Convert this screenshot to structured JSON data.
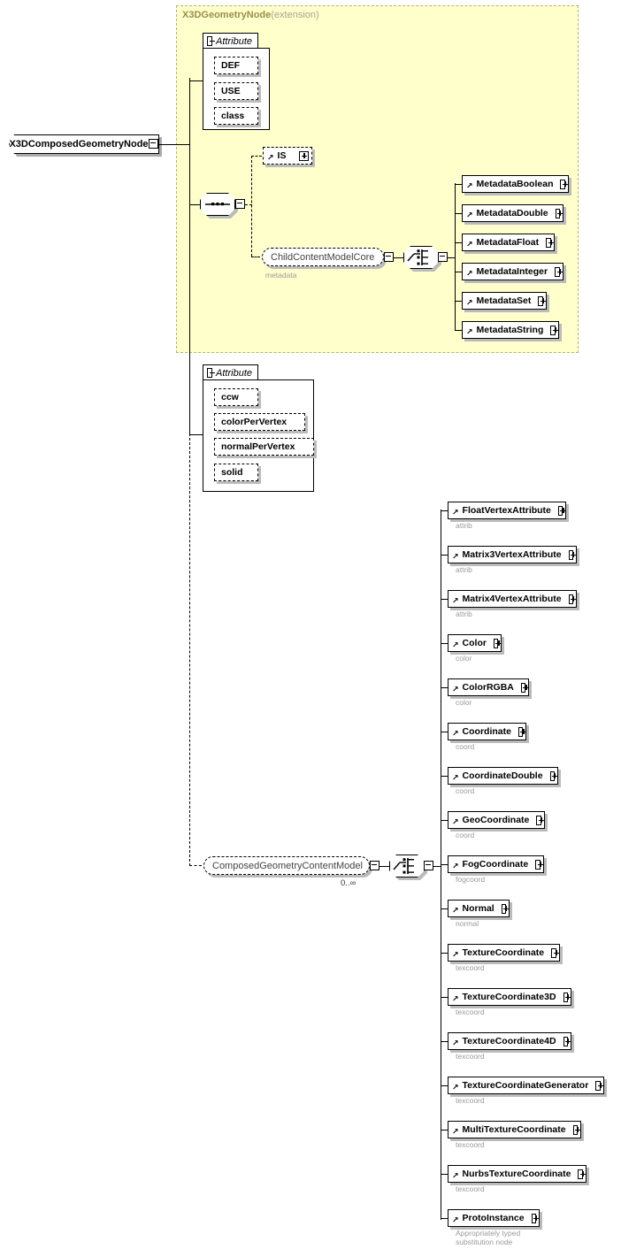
{
  "diagram": {
    "kind": "xml-schema-diagram",
    "root_node": {
      "label": "X3DComposedGeometryNode",
      "toggle": "minus"
    },
    "extension_box": {
      "base_type": "X3DGeometryNode",
      "qualifier": "(extension)",
      "background": "#ffffcc",
      "border": "#b3b37a"
    },
    "attribute_group_core": {
      "header": "Attribute",
      "toggle": "minus",
      "items": [
        {
          "label": "DEF"
        },
        {
          "label": "USE"
        },
        {
          "label": "class"
        }
      ]
    },
    "attribute_group_geometry": {
      "header": "Attribute",
      "toggle": "minus",
      "items": [
        {
          "label": "ccw"
        },
        {
          "label": "colorPerVertex"
        },
        {
          "label": "normalPerVertex"
        },
        {
          "label": "solid"
        }
      ]
    },
    "sequence_connector": {
      "type": "sequence",
      "toggle": "minus"
    },
    "is_element": {
      "label": "IS",
      "toggle": "plus",
      "optional": true
    },
    "child_content_model_core": {
      "label": "ChildContentModelCore",
      "toggle": "minus",
      "caption": "metadata"
    },
    "metadata_choice": {
      "type": "choice",
      "toggle": "minus"
    },
    "metadata_elements": [
      {
        "label": "MetadataBoolean",
        "toggle": "plus"
      },
      {
        "label": "MetadataDouble",
        "toggle": "plus"
      },
      {
        "label": "MetadataFloat",
        "toggle": "plus"
      },
      {
        "label": "MetadataInteger",
        "toggle": "plus"
      },
      {
        "label": "MetadataSet",
        "toggle": "plus"
      },
      {
        "label": "MetadataString",
        "toggle": "plus"
      }
    ],
    "composed_geometry_content_model": {
      "label": "ComposedGeometryContentModel",
      "toggle": "minus",
      "occurrence": "0..∞"
    },
    "geometry_choice": {
      "type": "choice",
      "toggle": "minus"
    },
    "geometry_elements": [
      {
        "label": "FloatVertexAttribute",
        "toggle": "plus",
        "caption": "attrib"
      },
      {
        "label": "Matrix3VertexAttribute",
        "toggle": "plus",
        "caption": "attrib"
      },
      {
        "label": "Matrix4VertexAttribute",
        "toggle": "plus",
        "caption": "attrib"
      },
      {
        "label": "Color",
        "toggle": "plus",
        "caption": "color"
      },
      {
        "label": "ColorRGBA",
        "toggle": "plus",
        "caption": "color"
      },
      {
        "label": "Coordinate",
        "toggle": "plus",
        "caption": "coord"
      },
      {
        "label": "CoordinateDouble",
        "toggle": "plus",
        "caption": "coord"
      },
      {
        "label": "GeoCoordinate",
        "toggle": "plus",
        "caption": "coord"
      },
      {
        "label": "FogCoordinate",
        "toggle": "plus",
        "caption": "fogcoord"
      },
      {
        "label": "Normal",
        "toggle": "plus",
        "caption": "normal"
      },
      {
        "label": "TextureCoordinate",
        "toggle": "plus",
        "caption": "texcoord"
      },
      {
        "label": "TextureCoordinate3D",
        "toggle": "plus",
        "caption": "texcoord"
      },
      {
        "label": "TextureCoordinate4D",
        "toggle": "plus",
        "caption": "texcoord"
      },
      {
        "label": "TextureCoordinateGenerator",
        "toggle": "plus",
        "caption": "texcoord"
      },
      {
        "label": "MultiTextureCoordinate",
        "toggle": "plus",
        "caption": "texcoord"
      },
      {
        "label": "NurbsTextureCoordinate",
        "toggle": "plus",
        "caption": "texcoord"
      },
      {
        "label": "ProtoInstance",
        "toggle": "plus",
        "caption": "Appropriately typed\nsubstitution node"
      }
    ]
  }
}
